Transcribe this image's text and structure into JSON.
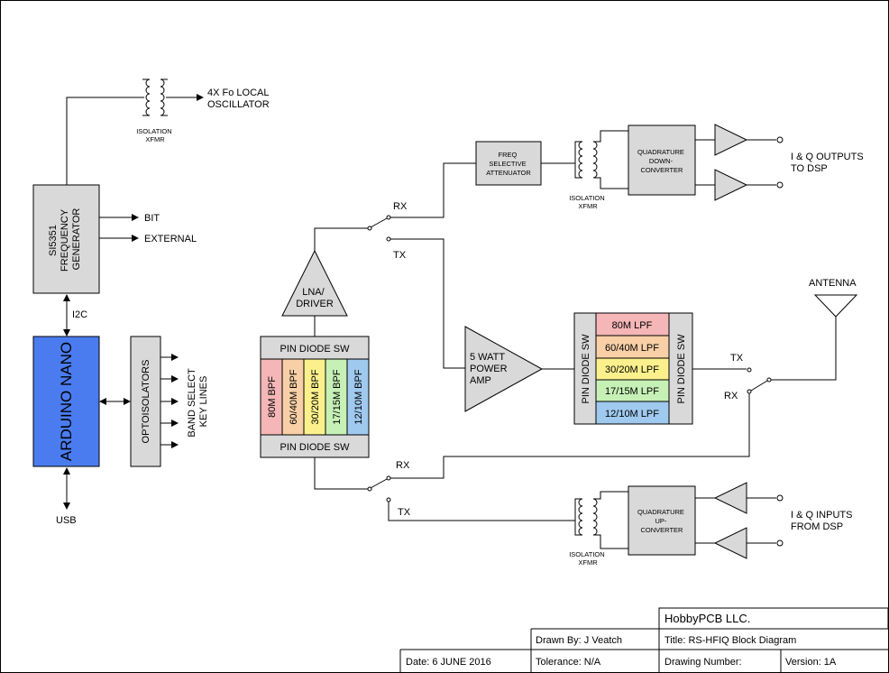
{
  "blocks": {
    "lo_out": [
      "4X Fo LOCAL",
      "OSCILLATOR"
    ],
    "iso_top": [
      "ISOLATION",
      "XFMR"
    ],
    "si5351": [
      "SI5351",
      "FREQUENCY",
      "GENERATOR"
    ],
    "bit": "BIT",
    "external": "EXTERNAL",
    "i2c": "I2C",
    "arduino": "ARDUINO NANO",
    "usb": "USB",
    "opto": "OPTOISOLATORS",
    "band_select": [
      "BAND SELECT",
      "KEY LINES"
    ],
    "lna": [
      "LNA/",
      "DRIVER"
    ],
    "pin_sw_top": "PIN DIODE SW",
    "pin_sw_bottom": "PIN DIODE SW",
    "bpf": [
      {
        "label": "80M BPF",
        "color": "#f4b6b6"
      },
      {
        "label": "60/40M BPF",
        "color": "#f8cfa6"
      },
      {
        "label": "30/20M BPF",
        "color": "#fbf08c"
      },
      {
        "label": "17/15M BPF",
        "color": "#c6f0b6"
      },
      {
        "label": "12/10M BPF",
        "color": "#9fc9ee"
      }
    ],
    "rx_top": "RX",
    "tx_top": "TX",
    "freq_att": [
      "FREQ",
      "SELECTIVE",
      "ATTENUATOR"
    ],
    "iso_rx": [
      "ISOLATION",
      "XFMR"
    ],
    "qdc": [
      "QUADRATURE",
      "DOWN-",
      "CONVERTER"
    ],
    "iq_out": [
      "I & Q OUTPUTS",
      "TO DSP"
    ],
    "pa": [
      "5 WATT",
      "POWER",
      "AMP"
    ],
    "lpf_sw_left": "PIN DIODE SW",
    "lpf_sw_right": "PIN DIODE SW",
    "lpf": [
      {
        "label": "80M LPF",
        "color": "#f4b6b6"
      },
      {
        "label": "60/40M LPF",
        "color": "#f8cfa6"
      },
      {
        "label": "30/20M LPF",
        "color": "#fbf08c"
      },
      {
        "label": "17/15M LPF",
        "color": "#c6f0b6"
      },
      {
        "label": "12/10M LPF",
        "color": "#9fc9ee"
      }
    ],
    "antenna": "ANTENNA",
    "tx_ant": "TX",
    "rx_ant": "RX",
    "rx_bottom": "RX",
    "tx_bottom": "TX",
    "iso_tx": [
      "ISOLATION",
      "XFMR"
    ],
    "quc": [
      "QUADRATURE",
      "UP-",
      "CONVERTER"
    ],
    "iq_in": [
      "I & Q INPUTS",
      "FROM DSP"
    ]
  },
  "title_block": {
    "company": "HobbyPCB LLC.",
    "drawn_by": "Drawn By: J Veatch",
    "title": "Title: RS-HFIQ Block Diagram",
    "date": "Date: 6 JUNE 2016",
    "tolerance": "Tolerance: N/A",
    "drawing_number": "Drawing Number:",
    "version": "Version: 1A"
  },
  "colors": {
    "block_fill": "#d9d9d9",
    "arduino_fill": "#4a7cf0"
  }
}
